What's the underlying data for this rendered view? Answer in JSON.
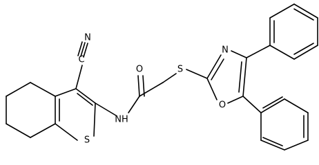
{
  "atoms": {
    "C1": "C",
    "N1": "N",
    "O1": "O",
    "S1": "S",
    "N2": "N",
    "O2": "O",
    "S2": "S",
    "NH": "NH"
  }
}
